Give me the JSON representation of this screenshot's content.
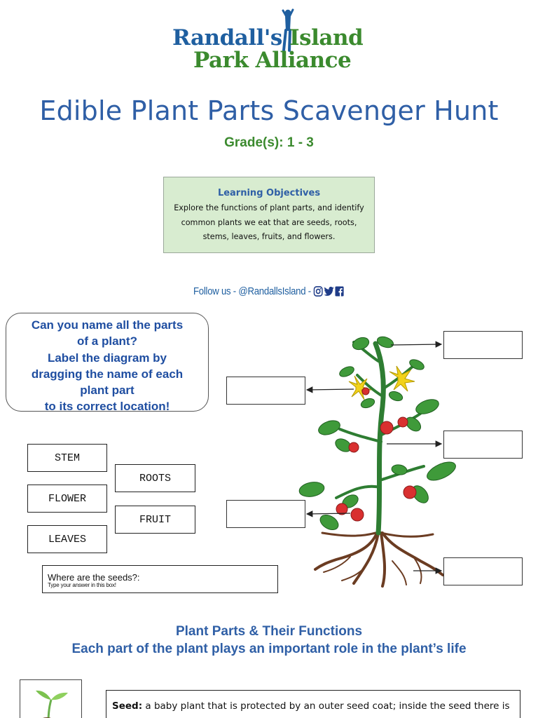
{
  "logo": {
    "line1_a": "Randall's",
    "line1_b": "Island",
    "line2": "Park Alliance"
  },
  "title": "Edible Plant Parts Scavenger Hunt",
  "grades": "Grade(s): 1 - 3",
  "objectives": {
    "heading": "Learning Objectives",
    "body": "Explore the functions of plant parts, and identify common plants we eat that are seeds, roots, stems, leaves, fruits, and flowers."
  },
  "follow": {
    "text": "Follow us - @RandallsIsland -",
    "icons": [
      "instagram-icon",
      "twitter-icon",
      "facebook-icon"
    ]
  },
  "instructions": {
    "lines": [
      "Can you name all the parts",
      "of a plant?",
      "Label the diagram by",
      "dragging the name of each",
      "plant part",
      "to its correct location!"
    ]
  },
  "word_bank": {
    "stem": "STEM",
    "roots": "ROOTS",
    "flower": "FLOWER",
    "fruit": "FRUIT",
    "leaves": "LEAVES"
  },
  "seeds_box": {
    "question": "Where are the seeds?:",
    "hint": "Type your answer in this box!"
  },
  "colors": {
    "blue": "#2f5fa6",
    "green": "#3b8a2e",
    "objectives_bg": "#d8ecd0"
  },
  "section": {
    "title": "Plant Parts & Their Functions",
    "subtitle": "Each part of the plant plays an important role in the plant’s life"
  },
  "seed_definition": {
    "term": "Seed:",
    "text": "a baby plant that is protected by an outer seed coat; inside the seed there is"
  }
}
